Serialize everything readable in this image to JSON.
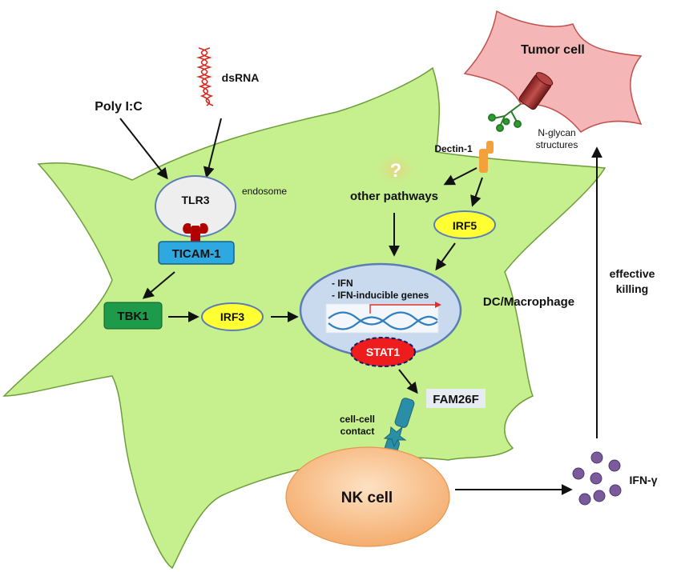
{
  "labels": {
    "polyic": "Poly I:C",
    "dsrna": "dsRNA",
    "tlr3": "TLR3",
    "endosome": "endosome",
    "ticam1": "TICAM-1",
    "tbk1": "TBK1",
    "irf3": "IRF3",
    "question": "?",
    "other_pathways": "other pathways",
    "dectin1": "Dectin-1",
    "irf5": "IRF5",
    "ifn": "- IFN",
    "ifn_genes": "- IFN-inducible genes",
    "stat1": "STAT1",
    "dc_macrophage": "DC/Macrophage",
    "fam26f": "FAM26F",
    "cellcell_line1": "cell-cell",
    "cellcell_line2": "contact",
    "nk_cell": "NK cell",
    "ifn_gamma": "IFN-γ",
    "effective_line1": "effective",
    "effective_line2": "killing",
    "tumor_cell": "Tumor cell",
    "nglycan_line1": "N-glycan",
    "nglycan_line2": "structures"
  },
  "colors": {
    "dc_cell_fill": "#c6f08e",
    "dc_cell_stroke": "#6e9c3c",
    "tumor_fill": "#f4b6b6",
    "tumor_stroke": "#c0504d",
    "nk_fill": "#f9c694",
    "tlr3_fill": "#eeeeee",
    "ticam_fill": "#2ea8e0",
    "tbk1_fill": "#1e9b4a",
    "irf_fill": "#ffff33",
    "stat1_fill": "#ee1c1c",
    "nucleus_fill": "#c9d9ee",
    "ifn_gamma_dot": "#7a5a9a",
    "dsrna_color": "#d9261c",
    "receptor_color": "#c00000",
    "dectin_color": "#f3a13b"
  }
}
